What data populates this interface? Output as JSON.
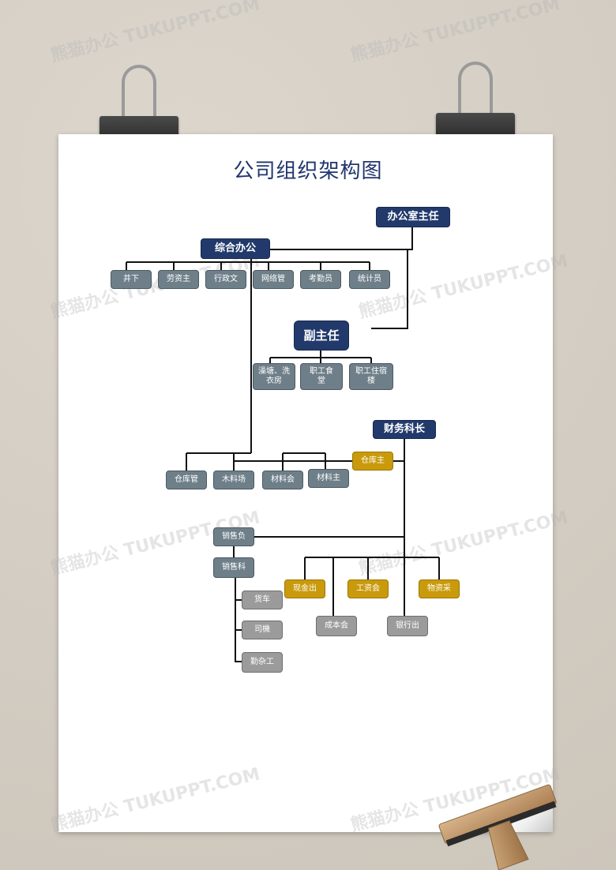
{
  "title": "公司组织架构图",
  "watermark": "熊猫办公 TUKUPPT.COM",
  "colors": {
    "navy": "#223a6b",
    "slate": "#6e7f89",
    "gold": "#c99a0b",
    "gray": "#9b9b9b",
    "line": "#111111"
  },
  "nodes": {
    "office_director": "办公室主任",
    "general_office": "综合办公",
    "deputy_director": "副主任",
    "finance_head": "财务科长",
    "jingxia": "井下",
    "laozi": "劳资主",
    "xingzhengwen": "行政文",
    "wangluoguan": "网络管",
    "kaoqinyuan": "考勤员",
    "tongjiyuan": "统计员",
    "bathhouse": "澡塘、洗衣房",
    "canteen": "职工食堂",
    "dorm": "职工住宿楼",
    "cangkuguan": "仓库管",
    "mulaochang": "木料场",
    "cailiaohui": "材料会",
    "cailiaozhu": "材料主",
    "cangkuzhu": "仓库主",
    "xiaoshoufu": "销售负",
    "xiaoshouke": "销售科",
    "huoche": "货车",
    "silu": "司機",
    "qinzagong": "勤杂工",
    "xianjinchu": "现金出",
    "gongzihui": "工资会",
    "wuzicai": "物资采",
    "chengbenhui": "成本会",
    "yinhangchu": "银行出"
  }
}
